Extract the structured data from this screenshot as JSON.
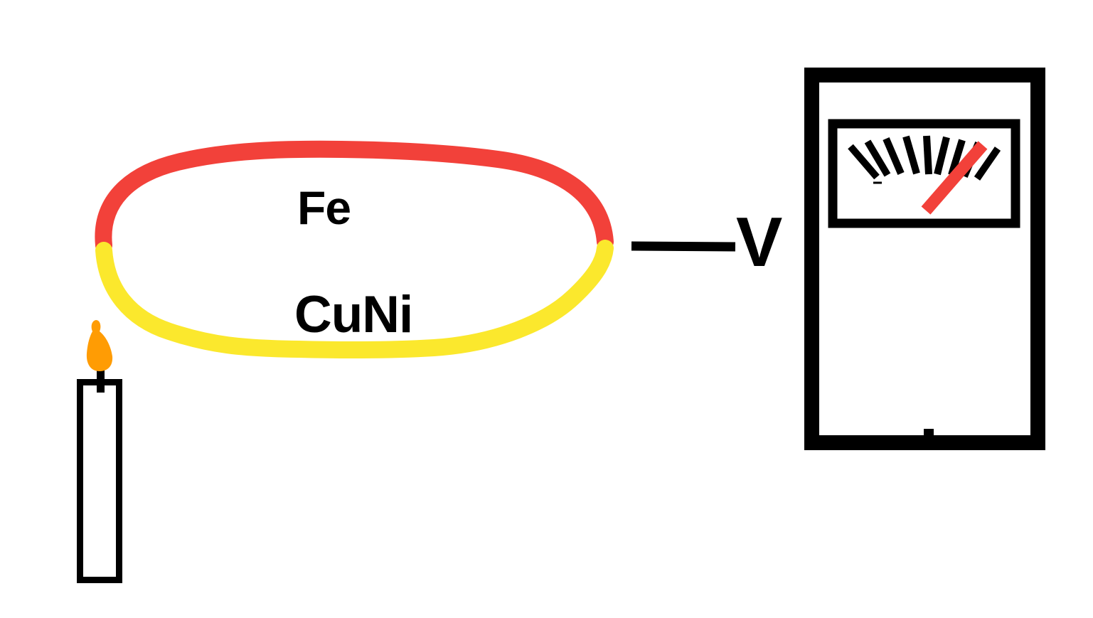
{
  "diagram": {
    "wire_loop": {
      "top_wire_label": "Fe",
      "bottom_wire_label": "CuNi"
    },
    "voltmeter": {
      "label": "V",
      "scale_tick_count": 9
    },
    "colors": {
      "fe_wire": "#F2413A",
      "cuni_wire": "#FBE82D",
      "flame": "#FF9C04",
      "needle": "#F2413A",
      "outline": "#000000",
      "background": "#FFFFFF"
    }
  }
}
